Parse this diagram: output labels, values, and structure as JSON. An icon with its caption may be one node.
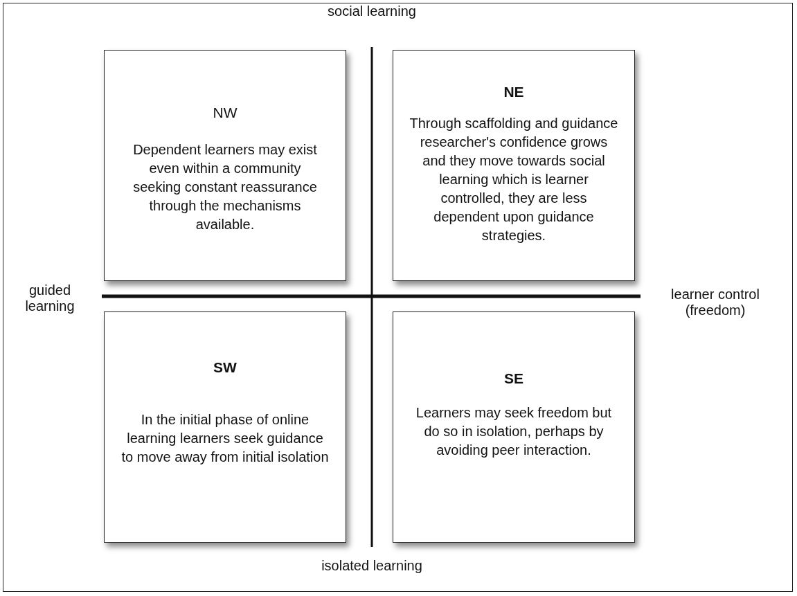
{
  "diagram": {
    "nodes": [
      {
        "text": [
          "NW",
          "Dependent learners may exist even within a community seeking constant reassurance through the mechanisms available."
        ]
      },
      {
        "text": [
          "NE",
          "Through scaffolding and guidance researcher's confidence grows and they move towards social learning which is learner controlled, they are less dependent upon guidance strategies."
        ]
      },
      {
        "text": [
          "SW",
          "In the initial phase of online learning learners seek guidance to move away from initial isolation"
        ]
      },
      {
        "text": [
          "SE",
          "Learners may seek freedom but do so in isolation, perhaps by avoiding peer interaction."
        ]
      }
    ],
    "labels": [
      "social learning",
      "guided learning",
      "learner control (freedom)",
      "isolated learning"
    ]
  }
}
